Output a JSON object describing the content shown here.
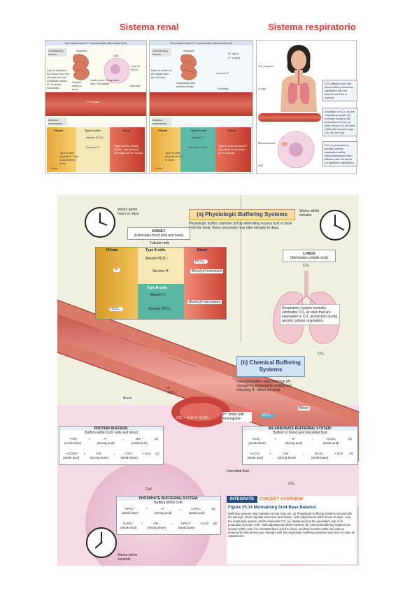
{
  "top": {
    "heading_renal": "Sistema renal",
    "heading_resp": "Sistema respiratorio",
    "panel_left": {
      "header": "Increased blood H⁺ concentration (decreased pH)",
      "contributing": "Contributing factors",
      "num": "1",
      "stomach": "Stomach",
      "cell": "Cell",
      "loss": "Loss of HCO₃⁻",
      "acid_added": "Acid is added to the blood from the GI tract and cell metabolic waste. H⁺ in blood increases.",
      "various": "Various acids in food",
      "lactic": "Lactic acid, Phosphoric acid, Ketoacids",
      "diarrhea": "Diarrhea",
      "h_bound": "H⁺ bound",
      "balance": "Balance mechanism",
      "filtrate": "Filtrate",
      "type_a": "Type A cells",
      "blood": "Blood",
      "absorb": "Absorb HCO₃⁻",
      "secrete": "Secrete H⁺",
      "desc": "Type A cells secrete H⁺ that is excreted in urine.",
      "desc2": "Type A cells release HCO₃⁻ into blood to decrease pH to normal.",
      "urine": "Urine"
    },
    "panel_mid": {
      "header": "Decreased blood H⁺ concentration (increased pH)",
      "contributing": "Contributing factors",
      "num": "1",
      "stomach": "Stomach",
      "base": "Base is added to the blood from the GI tract.",
      "veg": "Vegetarian diet, antacid drinks",
      "loss": "Loss of H⁺",
      "vomiting": "Vomiting",
      "legend_in": "H⁺ input",
      "legend_out": "H⁺ output",
      "balance": "Balance mechanism",
      "filtrate": "Filtrate",
      "type_b": "Type B cells",
      "blood": "Blood",
      "absorb": "Absorb H⁺",
      "secrete": "Secrete HCO₃⁻",
      "desc": "Type B cells secrete HCO₃⁻ in urine.",
      "desc2": "Type B cells release H⁺ into blood to increase pH to normal.",
      "urine": "Urine"
    },
    "panel_right": {
      "co2_expired": "CO₂ expired",
      "lungs": "Lungs",
      "mito": "Mitochondrion",
      "cell": "Cell",
      "box1": "CO₂ diffuses from the blood within pulmonary capillaries into the alveoli and then is expired.",
      "box2": "Expiration of CO₂ by the respiratory system is normally equal to the production of CO₂ by cells; blood CO₂ remains within the normal range (35–45 mm Hg).",
      "box3": "CO₂ is produced by aerobic cellular respiration within mitochondria and then diffuses into the blood (of systemic capillaries)."
    }
  },
  "bottom": {
    "works_hours": "Works within hours or days",
    "works_minutes": "Works within minutes",
    "works_seconds": "Works within seconds",
    "title_a": "(a) Physiologic Buffering Systems",
    "desc_a": "Physiologic buffers maintain pH by eliminating excess acid or base from the body; these processes may take minutes to days.",
    "kidney_title": "KIDNEY",
    "kidney_sub": "(Eliminates fixed acid and base)",
    "tubular": "Tubular cells",
    "filtrate": "Filtrate",
    "type_a": "Type A cells",
    "blood": "Blood",
    "absorb_hco3": "Absorb HCO₃⁻",
    "hco3": "HCO₃⁻",
    "h_plus": "H⁺",
    "secrete_h": "Secrete H⁺",
    "ph_increases": "Blood pH increases",
    "type_b": "Type B cells",
    "absorb_h": "Absorb H⁺",
    "ph_decreases": "Blood pH decreases",
    "secrete_hco3": "Secrete HCO₃⁻",
    "lungs_title": "LUNGS",
    "lungs_sub": "(Eliminates volatile acid)",
    "co2": "CO₂",
    "lungs_desc": "Respiratory system normally eliminates CO₂ at rates that are equivalent to CO₂ production during aerobic cellular respiration.",
    "title_b": "(b) Chemical Buffering Systems",
    "desc_b": "Chemical buffers help minimize pH changes by temporarily binding and releasing H⁺ within seconds.",
    "blood_label": "Blood",
    "h_hco3": "H⁺ HCO₃⁻",
    "h_binds": "H⁺ binds with hemoglobin",
    "eq_center": "CO₂ + H₂O ⇌ H₂CO₃",
    "interstitial": "Interstitial fluid",
    "cell_label": "Cell",
    "protein": {
      "title": "PROTEIN BUFFERS:",
      "sub": "Buffers within both cells and blood",
      "r1": [
        "—NH₂",
        "(weak base)",
        "+",
        "H⁺",
        "(strong acid)",
        "→",
        "NH₃⁺",
        "(weak acid)",
        "(1)"
      ],
      "r2": [
        "—COOH",
        "(weak acid)",
        "+",
        "OH⁻",
        "(strong base)",
        "→",
        "COO⁻",
        "(weak base)",
        "+ H₂O",
        "(2)"
      ]
    },
    "bicarb": {
      "title": "BICARBONATE BUFFERING SYSTEM:",
      "sub": "Buffers in blood and interstitial fluid",
      "r1": [
        "HCO₃⁻",
        "(weak base)",
        "+",
        "H⁺",
        "(strong acid)",
        "→",
        "H₂CO₃",
        "(weak acid)",
        "(3)"
      ],
      "r2": [
        "H₂CO₃",
        "(weak acid)",
        "+",
        "OH⁻",
        "(strong base)",
        "→",
        "HCO₃⁻",
        "(weak base)",
        "+ H₂O",
        "(4)"
      ]
    },
    "phosphate": {
      "title": "PHOSPHATE BUFFERING SYSTEM:",
      "sub": "Buffers within cells",
      "r1": [
        "HPO₄²⁻",
        "(weak base)",
        "+",
        "H⁺",
        "(strong acid)",
        "→",
        "H₂PO₄⁻",
        "(weak acid)",
        "(5)"
      ],
      "r2": [
        "H₂PO₄⁻",
        "(weak acid)",
        "+",
        "OH⁻",
        "(strong base)",
        "→",
        "HPO₄²⁻",
        "(weak base)",
        "+ H₂O",
        "(6)"
      ]
    },
    "integrate": "INTEGRATE",
    "concept": "CONCEPT OVERVIEW",
    "fig_title": "Figure 25.14  Maintaining Acid-Base Balance.",
    "fig_text": "Buffering systems help maintain normal body pH. (a) Physiologic buffering systems include both the kidneys, which regulate fixed acid (and base)—with adjustments within hours to days—and the respiratory system, which eliminates CO₂ (or volatile acid) at the equivalent rate of its production by body cells—with adjustments within minutes. (b) Chemical buffering systems are located within cells, the interstitial fluid, and the blood, and they function within seconds to temporarily help prevent pH changes until the physiologic buffering systems have time to make its adjustments."
  }
}
